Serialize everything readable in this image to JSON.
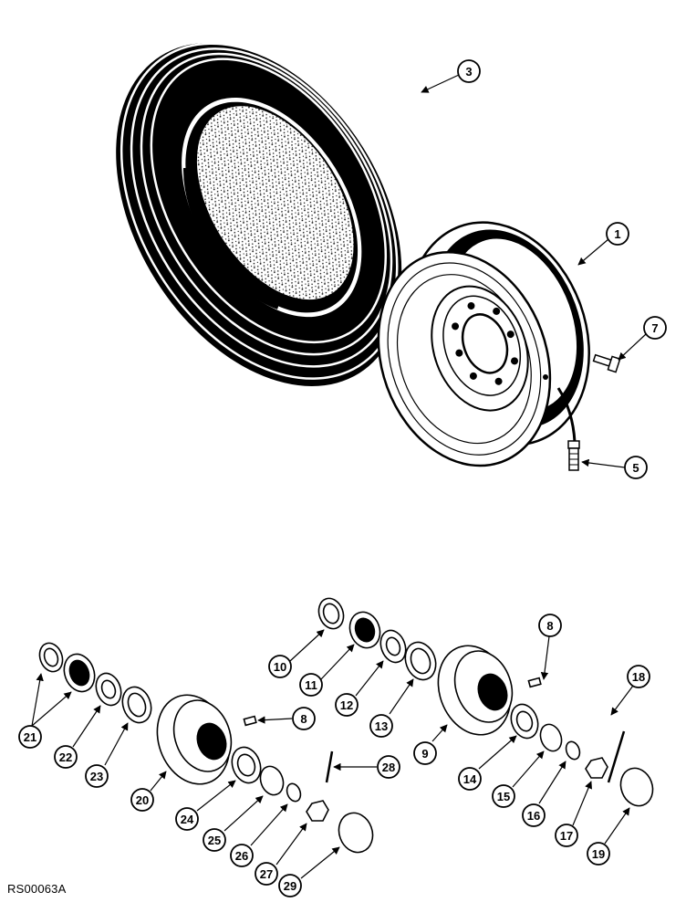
{
  "figure": {
    "reference_code": "RS00063A"
  },
  "callouts": [
    {
      "id": "c3",
      "label": "3"
    },
    {
      "id": "c1",
      "label": "1"
    },
    {
      "id": "c7",
      "label": "7"
    },
    {
      "id": "c5",
      "label": "5"
    },
    {
      "id": "c8a",
      "label": "8"
    },
    {
      "id": "c10",
      "label": "10"
    },
    {
      "id": "c11",
      "label": "11"
    },
    {
      "id": "c12",
      "label": "12"
    },
    {
      "id": "c13",
      "label": "13"
    },
    {
      "id": "c9",
      "label": "9"
    },
    {
      "id": "c18",
      "label": "18"
    },
    {
      "id": "c14",
      "label": "14"
    },
    {
      "id": "c15",
      "label": "15"
    },
    {
      "id": "c16",
      "label": "16"
    },
    {
      "id": "c17",
      "label": "17"
    },
    {
      "id": "c19",
      "label": "19"
    },
    {
      "id": "c21",
      "label": "21"
    },
    {
      "id": "c22",
      "label": "22"
    },
    {
      "id": "c23",
      "label": "23"
    },
    {
      "id": "c8b",
      "label": "8"
    },
    {
      "id": "c20",
      "label": "20"
    },
    {
      "id": "c24",
      "label": "24"
    },
    {
      "id": "c28",
      "label": "28"
    },
    {
      "id": "c25",
      "label": "25"
    },
    {
      "id": "c26",
      "label": "26"
    },
    {
      "id": "c27",
      "label": "27"
    },
    {
      "id": "c29",
      "label": "29"
    }
  ]
}
